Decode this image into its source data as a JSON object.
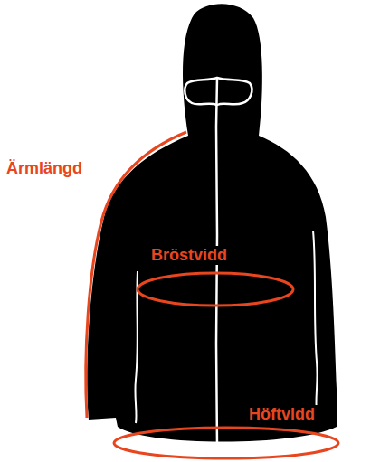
{
  "diagram": {
    "labels": [
      "Ärmlängd",
      "Bröstvidd",
      "Höftvidd"
    ]
  }
}
